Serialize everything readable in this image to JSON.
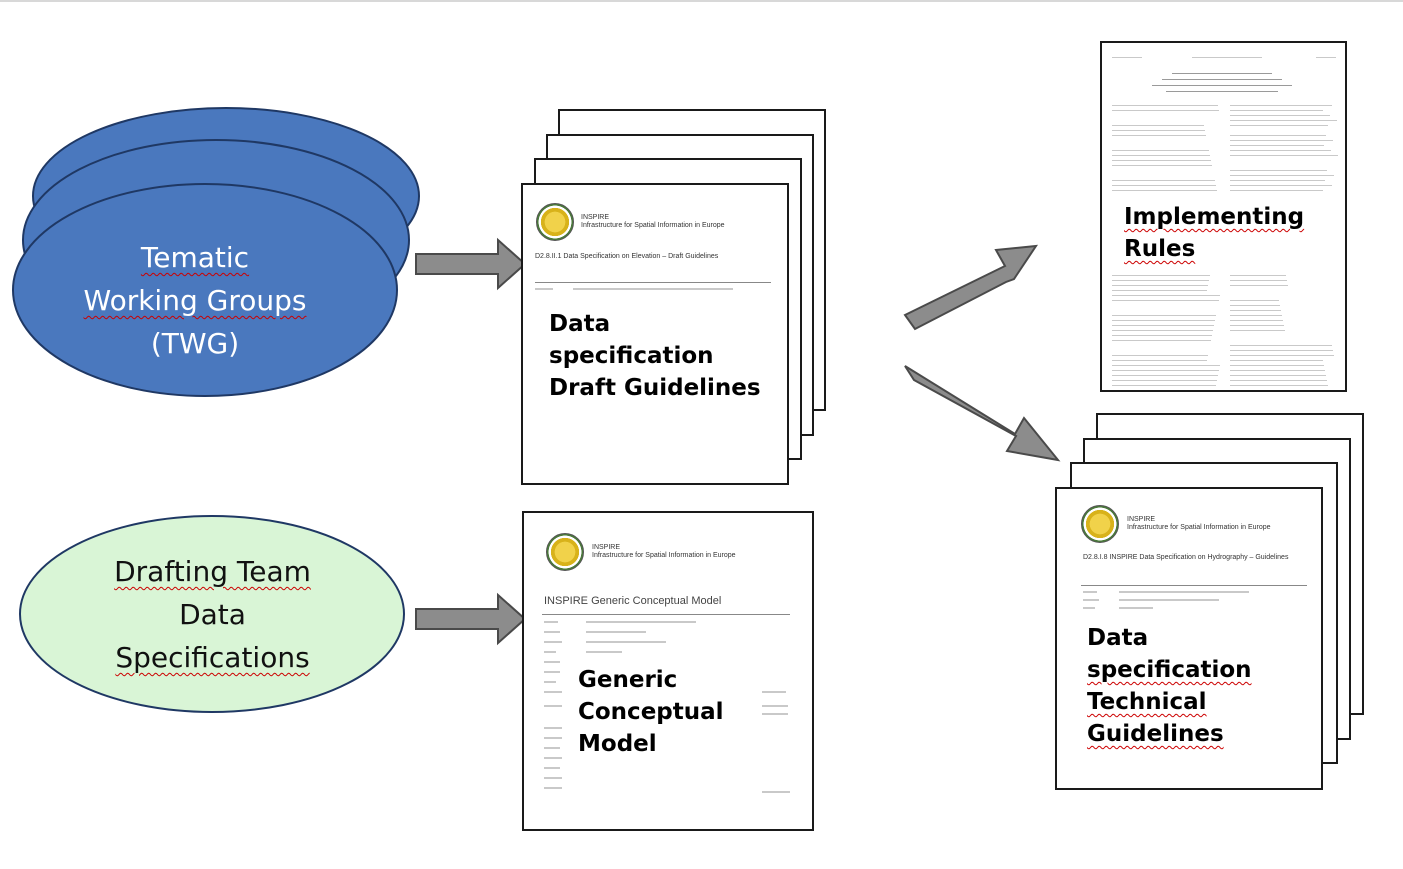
{
  "left_nodes": {
    "twg": {
      "lines": [
        "Tematic",
        "Working Groups",
        "(TWG)"
      ],
      "fill": "#4a78be",
      "stroke": "#1f3864"
    },
    "drafting_team": {
      "lines": [
        "Drafting Team",
        "Data",
        "Specifications"
      ],
      "fill": "#d9f5d6",
      "stroke": "#1f3864"
    }
  },
  "documents": {
    "draft_guidelines": {
      "title_lines": [
        "Data",
        "specification",
        "Draft Guidelines"
      ],
      "org": "INSPIRE",
      "org_sub": "Infrastructure for Spatial Information in Europe",
      "doc_ref": "D2.8.II.1  Data Specification on Elevation – Draft Guidelines"
    },
    "generic_model": {
      "title_lines": [
        "Generic",
        "Conceptual",
        "Model"
      ],
      "org": "INSPIRE",
      "org_sub": "Infrastructure for Spatial Information in Europe",
      "heading": "INSPIRE Generic Conceptual Model"
    },
    "implementing_rules": {
      "title_lines": [
        "Implementing",
        "Rules"
      ]
    },
    "technical_guidelines": {
      "title_lines": [
        "Data",
        "specification",
        "Technical",
        "Guidelines"
      ],
      "org": "INSPIRE",
      "org_sub": "Infrastructure for Spatial Information in Europe",
      "doc_ref": "D2.8.I.8  INSPIRE Data Specification on Hydrography – Guidelines"
    }
  },
  "colors": {
    "arrow_fill": "#8c8c8c",
    "arrow_stroke": "#4a4a4a",
    "page_border": "#1a1a1a"
  }
}
